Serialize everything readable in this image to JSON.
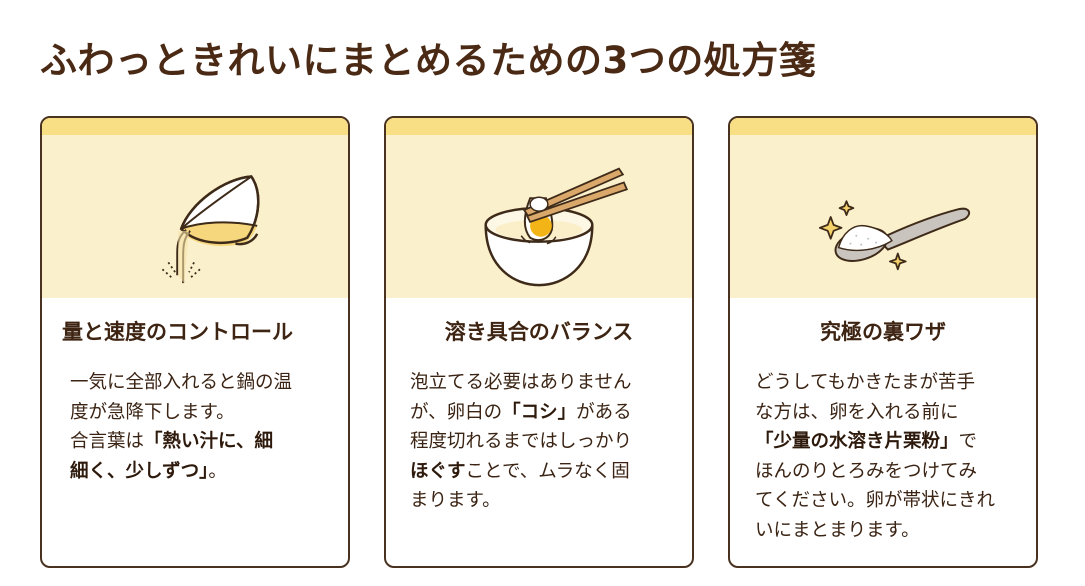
{
  "page": {
    "title": "ふわっときれいにまとめるための3つの処方箋"
  },
  "colors": {
    "title_text": "#4a2a14",
    "card_border": "#4a3220",
    "card_band": "#f8df86",
    "illustration_bg": "#fbf0cc",
    "body_text": "#3b2414"
  },
  "cards": [
    {
      "icon": "pouring-bowl-icon",
      "title": "量と速度のコントロール",
      "body_lines": [
        [
          {
            "t": "一気に全部入れると鍋の温",
            "b": false
          }
        ],
        [
          {
            "t": "度が急降下します。",
            "b": false
          }
        ],
        [
          {
            "t": "合言葉は",
            "b": false
          },
          {
            "t": "「熱い汁に、細",
            "b": true
          }
        ],
        [
          {
            "t": "細く、少しずつ」",
            "b": true
          },
          {
            "t": "。",
            "b": false
          }
        ]
      ]
    },
    {
      "icon": "chopsticks-egg-bowl-icon",
      "title": "溶き具合のバランス",
      "body_lines": [
        [
          {
            "t": "泡立てる必要はありません",
            "b": false
          }
        ],
        [
          {
            "t": "が、卵白の",
            "b": false
          },
          {
            "t": "「コシ」",
            "b": true
          },
          {
            "t": "がある",
            "b": false
          }
        ],
        [
          {
            "t": "程度切れるまではしっかり",
            "b": false
          }
        ],
        [
          {
            "t": "ほぐす",
            "b": true
          },
          {
            "t": "ことで、ムラなく固",
            "b": false
          }
        ],
        [
          {
            "t": "まります。",
            "b": false
          }
        ]
      ]
    },
    {
      "icon": "spoon-starch-sparkle-icon",
      "title": "究極の裏ワザ",
      "body_lines": [
        [
          {
            "t": "どうしてもかきたまが苦手",
            "b": false
          }
        ],
        [
          {
            "t": "な方は、卵を入れる前に",
            "b": false
          }
        ],
        [
          {
            "t": "「少量の水溶き片栗粉」",
            "b": true
          },
          {
            "t": "で",
            "b": false
          }
        ],
        [
          {
            "t": "ほんのりとろみをつけてみ",
            "b": false
          }
        ],
        [
          {
            "t": "てください。卵が帯状にきれ",
            "b": false
          }
        ],
        [
          {
            "t": "いにまとまります。",
            "b": false
          }
        ]
      ]
    }
  ]
}
